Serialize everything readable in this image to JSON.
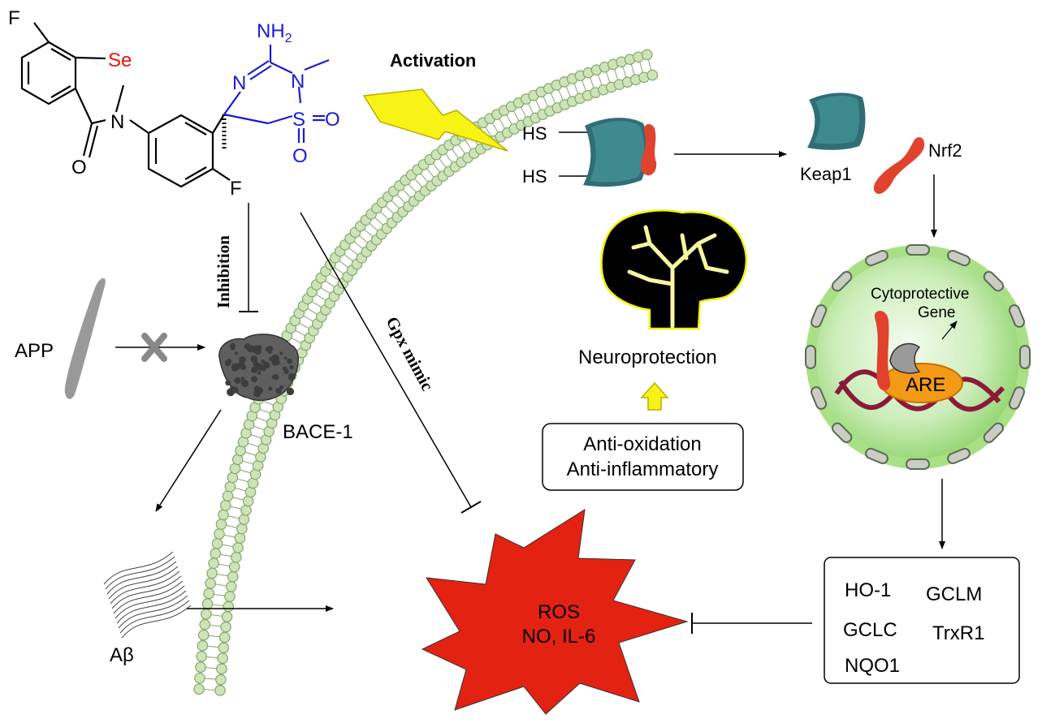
{
  "molecule": {
    "fluoro_top": "F",
    "selenium": "Se",
    "nitrogen_1": "N",
    "oxygen_carbonyl": "O",
    "nitrogen_ring_left": "N",
    "nitrogen_ring_right": "N",
    "amine": "NH",
    "amine_sub": "2",
    "sulfur": "S",
    "oxygen_s1": "O",
    "oxygen_s2": "O",
    "fluoro_bottom": "F"
  },
  "labels": {
    "activation": "Activation",
    "inhibition": "Inhibition",
    "gpx_mimic": "Gpx mimic",
    "app": "APP",
    "bace1": "BACE-1",
    "abeta": "Aβ",
    "hs_top": "HS",
    "hs_bottom": "HS",
    "keap1": "Keap1",
    "nrf2": "Nrf2",
    "neuroprotection": "Neuroprotection",
    "cytoprotective_line1": "Cytoprotective",
    "cytoprotective_line2": "Gene",
    "are": "ARE",
    "ros_line1": "ROS",
    "ros_line2": "NO, IL-6"
  },
  "anti_box": {
    "line1": "Anti-oxidation",
    "line2": "Anti-inflammatory"
  },
  "genes_box": {
    "ho1": "HO-1",
    "gclm": "GCLM",
    "gclc": "GCLC",
    "trxr1": "TrxR1",
    "nqo1": "NQO1"
  },
  "colors": {
    "selenium": "#e8140c",
    "sulfonamide_blue": "#1a1ad6",
    "membrane_fill": "#cfe3b8",
    "membrane_stroke": "#7fa86a",
    "keap1": "#2f6e75",
    "nrf2": "#e0422e",
    "ros_star": "#e32212",
    "lightning": "#f7f315",
    "nucleus_green": "#9fdc7c"
  }
}
